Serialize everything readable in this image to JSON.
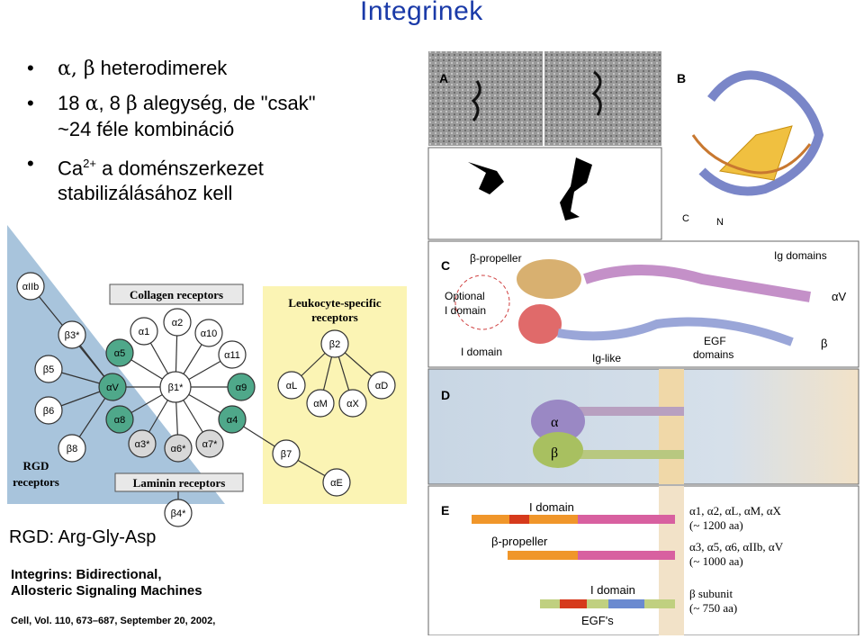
{
  "title": "Integrinek",
  "bullets": [
    {
      "id": "b1",
      "line1_pre": "",
      "line1_greek": "α, β",
      "line1_post": " heterodimerek",
      "line2": ""
    },
    {
      "id": "b2",
      "line1_pre": "18 ",
      "line1_greek": "α",
      "line1_mid": ", 8 ",
      "line1_greek2": "β",
      "line1_post": " alegység, de \"csak\"",
      "line2": "~24 féle kombináció"
    },
    {
      "id": "b3",
      "line1_pre": "Ca",
      "sup": "2+",
      "line1_post": " a doménszerkezet",
      "line2": "stabilizálásához kell"
    }
  ],
  "bullet_char": "•",
  "rgd_text": "RGD: Arg-Gly-Asp",
  "reference": {
    "title_line1": "Integrins: Bidirectional,",
    "title_line2": "Allosteric Signaling Machines",
    "cite": "Cell, Vol. 110, 673–687, September 20, 2002,"
  },
  "network": {
    "collagen_label": "Collagen receptors",
    "leukocyte_label_1": "Leukocyte-specific",
    "leukocyte_label_2": "receptors",
    "laminin_label": "Laminin receptors",
    "rgd_label_1": "RGD",
    "rgd_label_2": "receptors",
    "nodes": {
      "a2b": "αIIb",
      "b3": "β3*",
      "b5": "β5",
      "b6": "β6",
      "b8": "β8",
      "a5": "α5",
      "av": "αV",
      "a8": "α8",
      "a1": "α1",
      "a2": "α2",
      "a10": "α10",
      "a11": "α11",
      "b1": "β1*",
      "a9": "α9",
      "a4": "α4",
      "a3": "α3*",
      "a6": "α6*",
      "a7": "α7*",
      "b4": "β4*",
      "b7": "β7",
      "ae": "αE",
      "b2": "β2",
      "al": "αL",
      "am": "αM",
      "ax": "αX",
      "ad": "αD"
    }
  },
  "panels": {
    "A": "A",
    "B": "B",
    "C": "C",
    "D": "D",
    "E": "E",
    "b_c": "C",
    "b_n": "N",
    "c_bprop": "β-propeller",
    "c_ig": "Ig domains",
    "c_optional_1": "Optional",
    "c_optional_2": "I domain",
    "c_idomain": "I domain",
    "c_iglike": "Ig-like",
    "c_egf_1": "EGF",
    "c_egf_2": "domains",
    "c_av": "αV",
    "c_b": "β",
    "d_alpha": "α",
    "d_beta": "β",
    "e_idomain": "I domain",
    "e_bprop": "β-propeller",
    "e_idomain2": "I domain",
    "e_egfs": "EGF's",
    "e_g1_1": "α1, α2, αL, αM, αX",
    "e_g1_2": "(~ 1200 aa)",
    "e_g2_1": "α3, α5, α6, αIIb, αV",
    "e_g2_2": "(~ 1000 aa)",
    "e_g3_1": "β subunit",
    "e_g3_2": "(~ 750 aa)"
  },
  "colors": {
    "title": "#1a3aa8",
    "rgd_triangle": "#a8c4dc",
    "leuko_box": "#fbf4b4",
    "teal": "#4fa88a",
    "orange": "#f0962a",
    "pink": "#d860a0",
    "red": "#d63a1c"
  }
}
